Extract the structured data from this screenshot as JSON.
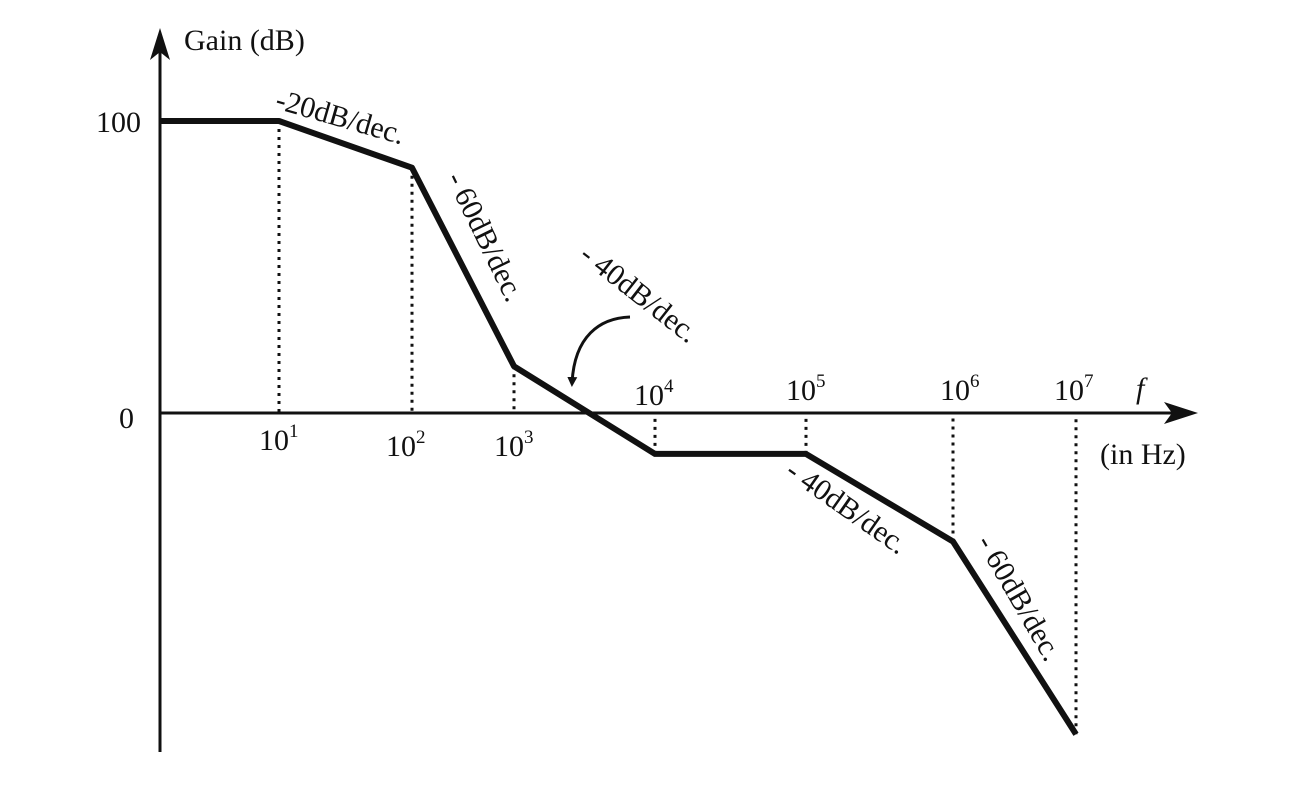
{
  "chart_data": {
    "type": "line",
    "ylabel": "Gain (dB)",
    "xlabel_symbol": "f",
    "xunit": "(in Hz)",
    "x_scale": "log",
    "grid": false,
    "y_ticks": [
      {
        "value": 100,
        "label": "100"
      },
      {
        "value": 0,
        "label": "0"
      }
    ],
    "x_ticks": [
      {
        "value": 10,
        "base": "10",
        "exp": "1"
      },
      {
        "value": 100,
        "base": "10",
        "exp": "2"
      },
      {
        "value": 1000,
        "base": "10",
        "exp": "3"
      },
      {
        "value": 10000,
        "base": "10",
        "exp": "4"
      },
      {
        "value": 100000,
        "base": "10",
        "exp": "5"
      },
      {
        "value": 1000000,
        "base": "10",
        "exp": "6"
      },
      {
        "value": 10000000,
        "base": "10",
        "exp": "7"
      }
    ],
    "series": [
      {
        "x": [
          1,
          10,
          100,
          1000,
          10000,
          100000,
          1000000,
          10000000
        ],
        "y": [
          100,
          100,
          84,
          16,
          -14,
          -14,
          -44,
          -110
        ]
      }
    ],
    "annotations": [
      {
        "text": "-20dB/dec."
      },
      {
        "text": "- 60dB/dec."
      },
      {
        "text": "- 40dB/dec."
      },
      {
        "text": "- 40dB/dec."
      },
      {
        "text": "- 60dB/dec."
      }
    ]
  }
}
